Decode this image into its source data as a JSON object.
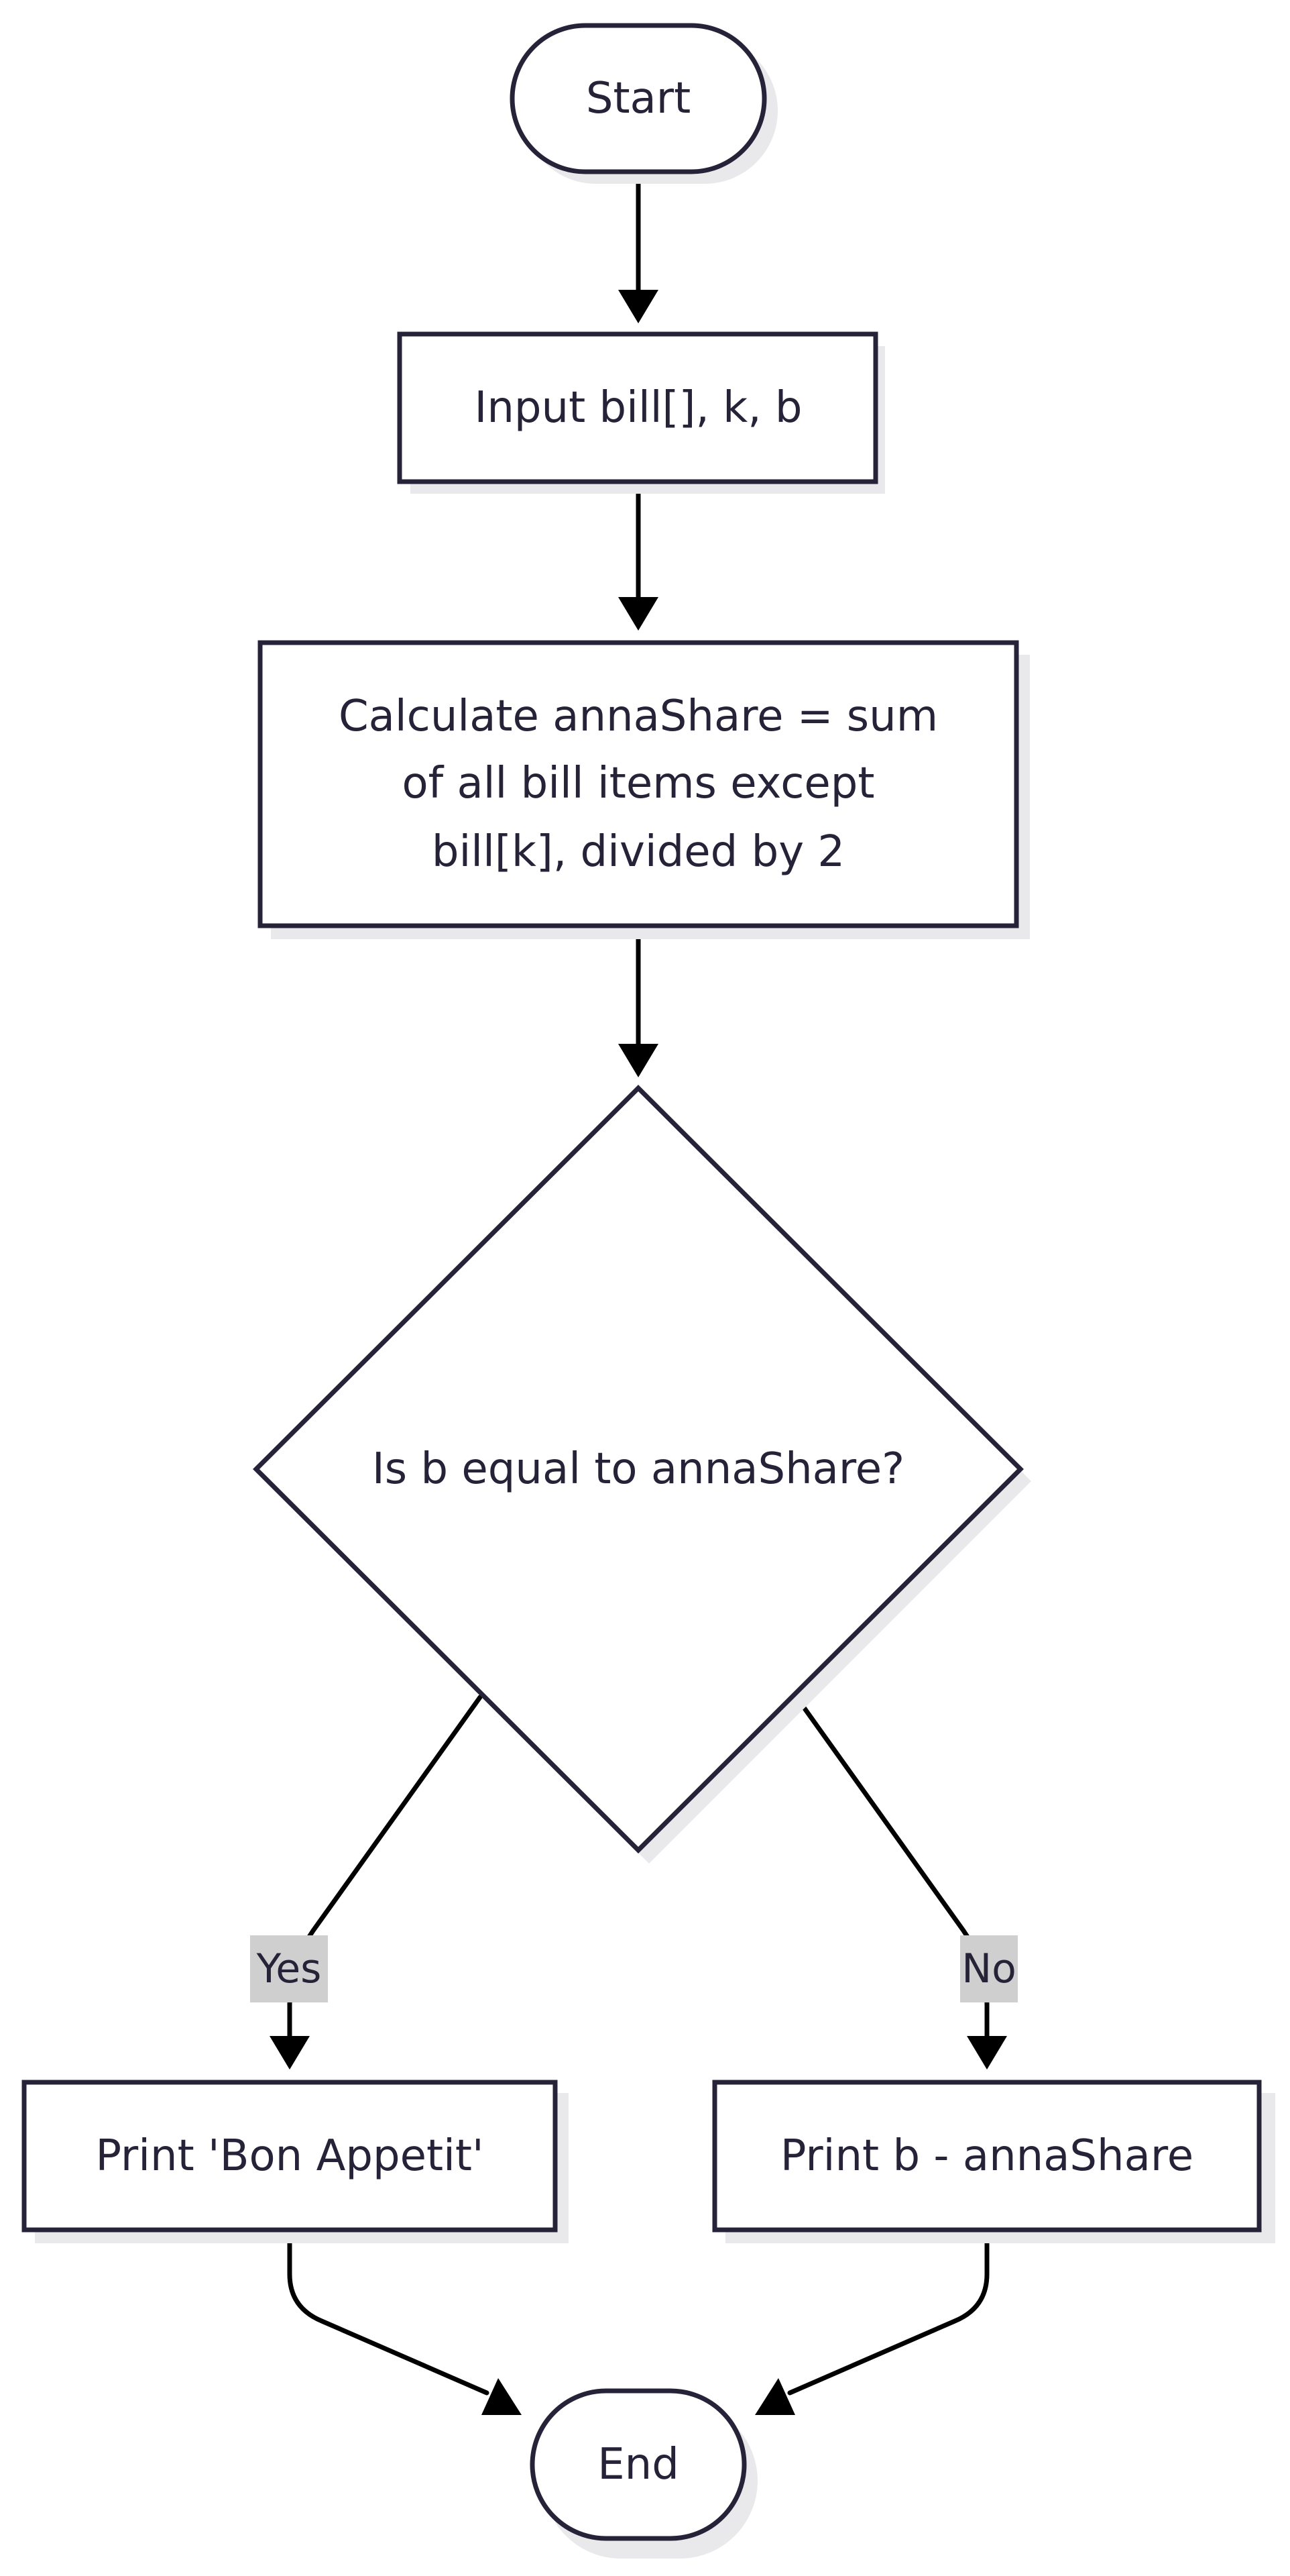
{
  "nodes": {
    "start": {
      "label": "Start"
    },
    "input": {
      "label": "Input bill[], k, b"
    },
    "calculate": {
      "lines": [
        "Calculate annaShare = sum",
        "of all bill items except",
        "bill[k], divided by 2"
      ]
    },
    "decision": {
      "label": "Is b equal to annaShare?"
    },
    "print_yes": {
      "label": "Print 'Bon Appetit'"
    },
    "print_no": {
      "label": "Print b - annaShare"
    },
    "end": {
      "label": "End"
    }
  },
  "edges": {
    "yes_label": "Yes",
    "no_label": "No"
  },
  "colors": {
    "stroke": "#262338",
    "arrow": "#000000",
    "label_background": "#cfcfcf",
    "shadow": "#e9e9ec"
  }
}
